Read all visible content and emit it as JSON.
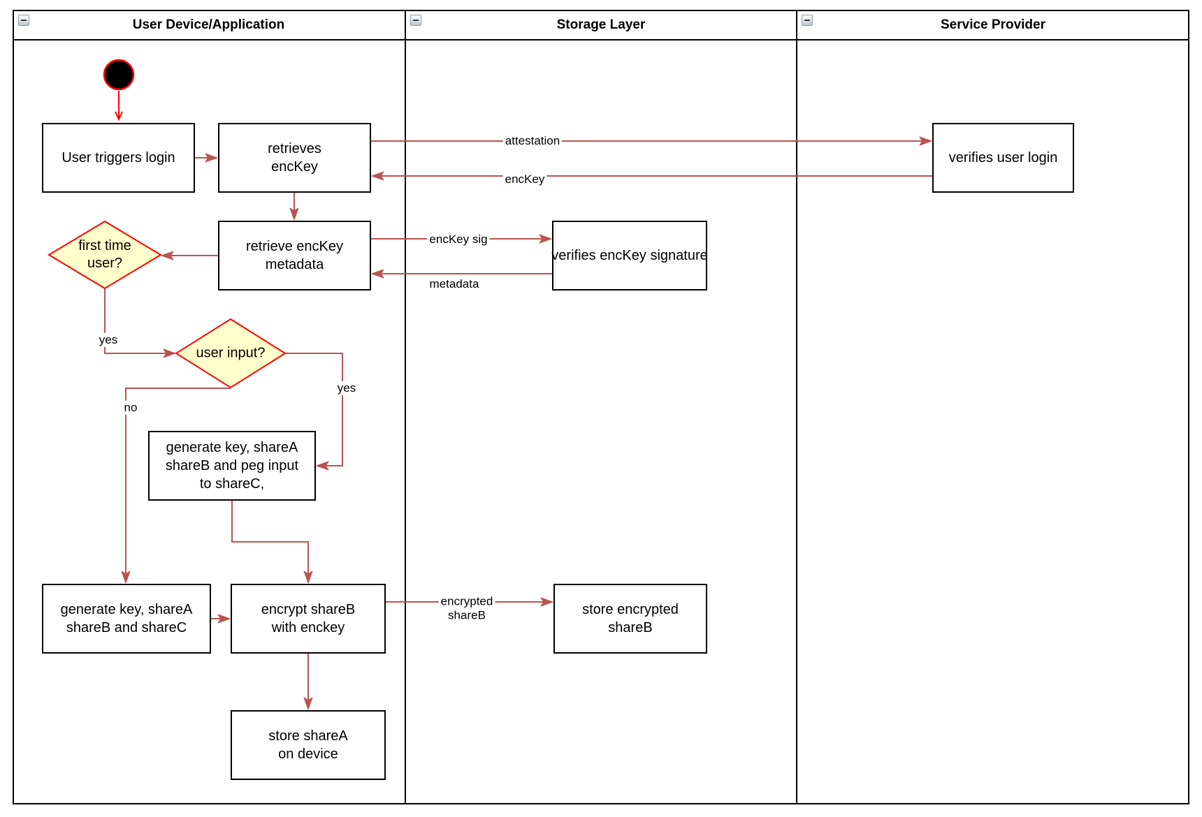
{
  "pool": {
    "lanes": [
      {
        "label": "User Device/Application"
      },
      {
        "label": "Storage Layer"
      },
      {
        "label": "Service Provider"
      }
    ]
  },
  "nodes": {
    "user_triggers_login": {
      "label": "User triggers login"
    },
    "retrieves_enckey": {
      "label": "retrieves\nencKey"
    },
    "verifies_user_login": {
      "label": "verifies user login"
    },
    "retrieve_enckey_metadata": {
      "label": "retrieve encKey\nmetadata"
    },
    "first_time_user": {
      "label": "first time\nuser?"
    },
    "verifies_enckey_signature": {
      "label": "verifies encKey signature"
    },
    "user_input": {
      "label": "user input?"
    },
    "generate_key_peg_input": {
      "label": "generate key, shareA\nshareB and peg input\nto shareC,"
    },
    "generate_key_shares": {
      "label": "generate key, shareA\nshareB and shareC"
    },
    "encrypt_shareb": {
      "label": "encrypt shareB\nwith enckey"
    },
    "store_encrypted_shareb": {
      "label": "store encrypted\nshareB"
    },
    "store_sharea": {
      "label": "store shareA\non device"
    }
  },
  "edge_labels": {
    "attestation": "attestation",
    "enckey": "encKey",
    "enckey_sig": "encKey sig",
    "metadata": "metadata",
    "first_time_yes": "yes",
    "user_input_yes": "yes",
    "user_input_no": "no",
    "encrypted_shareb": "encrypted\nshareB"
  },
  "colors": {
    "arrow": "#B85450",
    "accent": "#FF0000",
    "diamond-fill": "#FFFFCC",
    "node-border": "#000000",
    "node-fill": "#FFFFFF"
  }
}
